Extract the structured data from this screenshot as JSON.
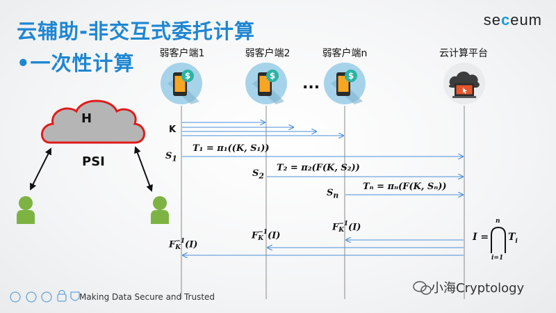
{
  "header": {
    "title_line1": "云辅助-非交互式委托计算",
    "title_line2": "•一次性计算",
    "logo_pre": "se",
    "logo_mid": "c",
    "logo_post": "eum"
  },
  "parties": {
    "client1": "弱客户端1",
    "client2": "弱客户端2",
    "clientn": "弱客户端n",
    "cloud": "云计算平台",
    "ellipsis": "..."
  },
  "left_panel": {
    "cloud_label": "H",
    "protocol_label": "PSI"
  },
  "messages": {
    "key": "K",
    "s1": "S",
    "s1_sub": "1",
    "s2": "S",
    "s2_sub": "2",
    "sn": "S",
    "sn_sub": "n",
    "t1": "T₁ = π₁((K, S₁))",
    "t2": "T₂ = π₂(F(K, S₂))",
    "tn": "Tₙ = πₙ(F(K, Sₙ))",
    "inv": "F",
    "inv_sup": "−1",
    "inv_sub": "K",
    "inv_arg": "(I)",
    "intersection_lhs": "I =",
    "intersection_top": "n",
    "intersection_bottom": "i=1",
    "intersection_term": "T",
    "intersection_term_sub": "i"
  },
  "footer": {
    "tagline": "Making Data Secure and Trusted",
    "watermark": "小海Cryptology"
  },
  "colors": {
    "title": "#1f86d2",
    "arrow": "#4a90d9",
    "lifeline": "#888888",
    "user_green": "#7cb342",
    "cloud_fill": "#b5b5b5",
    "cloud_border": "#e01b1b",
    "icon_circle": "#a6d3ea"
  }
}
